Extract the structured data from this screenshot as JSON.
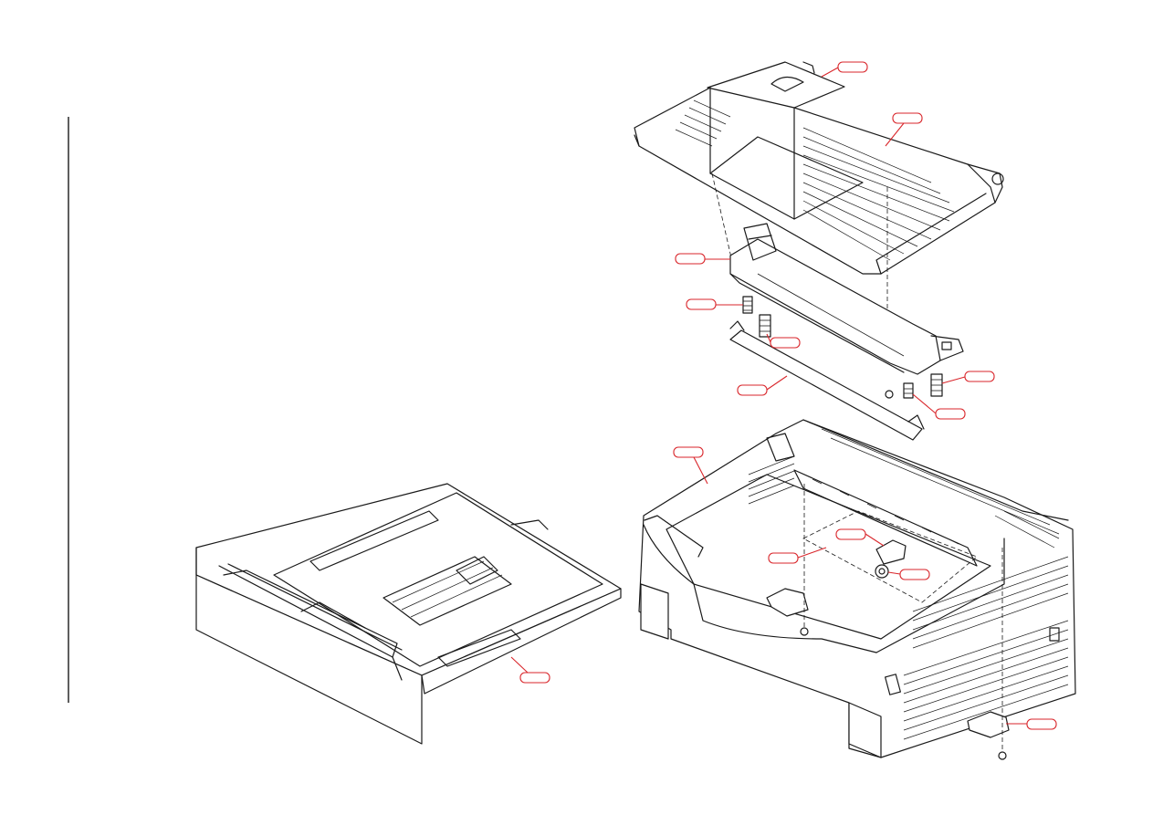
{
  "diagram": {
    "kind": "exploded-parts-view",
    "callout_color": "#d9262b",
    "line_color": "#1a1a1a",
    "parts": [
      {
        "id": "output-tray-extension"
      },
      {
        "id": "output-tray-cover"
      },
      {
        "id": "rear-guide-frame"
      },
      {
        "id": "spring-left-upper"
      },
      {
        "id": "spring-center"
      },
      {
        "id": "guide-rail"
      },
      {
        "id": "spring-right"
      },
      {
        "id": "spring-right-lower"
      },
      {
        "id": "main-frame"
      },
      {
        "id": "lock-lever"
      },
      {
        "id": "base-plate"
      },
      {
        "id": "roller-gear"
      },
      {
        "id": "paper-cassette"
      },
      {
        "id": "bottom-bracket"
      }
    ]
  }
}
